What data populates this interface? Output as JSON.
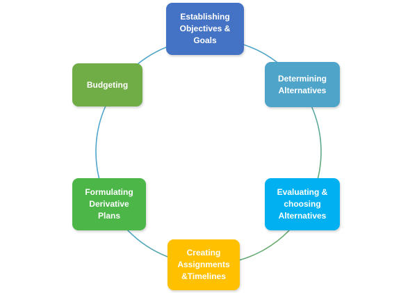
{
  "diagram": {
    "type": "cycle",
    "nodes": [
      {
        "id": "establishing",
        "label": "Establishing\nObjectives &\nGoals",
        "color": "#4472C4"
      },
      {
        "id": "determining",
        "label": "Determining\nAlternatives",
        "color": "#4FA4C9"
      },
      {
        "id": "evaluating",
        "label": "Evaluating &\nchoosing\nAlternatives",
        "color": "#00B0F0"
      },
      {
        "id": "creating",
        "label": "Creating\nAssignments\n&Timelines",
        "color": "#FFC000"
      },
      {
        "id": "formulating",
        "label": "Formulating\nDerivative\nPlans",
        "color": "#4CB748"
      },
      {
        "id": "budgeting",
        "label": "Budgeting",
        "color": "#70AD47"
      }
    ],
    "ring": {
      "color_start": "#4FA4C9",
      "color_end": "#70AD47"
    }
  }
}
